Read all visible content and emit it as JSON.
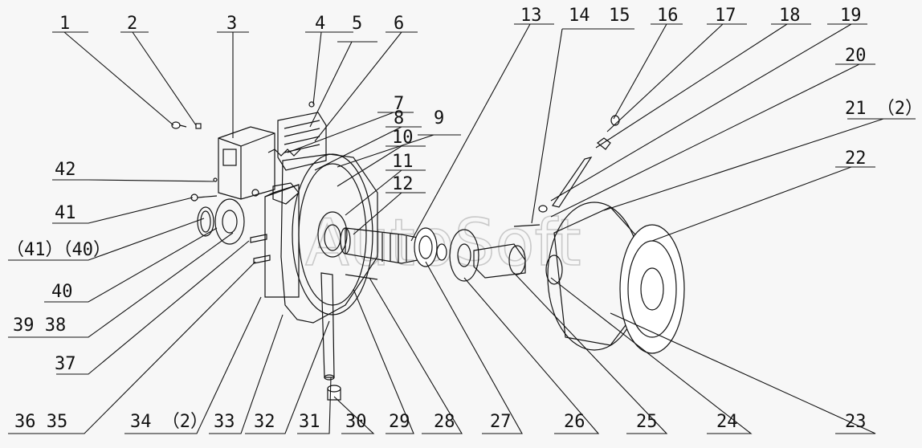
{
  "watermark": "AutoSoft",
  "callouts_top": [
    "1",
    "2",
    "3",
    "4",
    "5",
    "6",
    "7",
    "8",
    "9",
    "10",
    "11",
    "12",
    "13",
    "14",
    "15",
    "16",
    "17",
    "18",
    "19",
    "20",
    "21 （2）",
    "22"
  ],
  "callouts_left": [
    "42",
    "41",
    "（41）（40）",
    "40",
    "39  38",
    "37"
  ],
  "callouts_bottom": [
    "36  35",
    "34 （2）",
    "33",
    "32",
    "31",
    "30",
    "29",
    "28",
    "27",
    "26",
    "25",
    "24",
    "23"
  ]
}
